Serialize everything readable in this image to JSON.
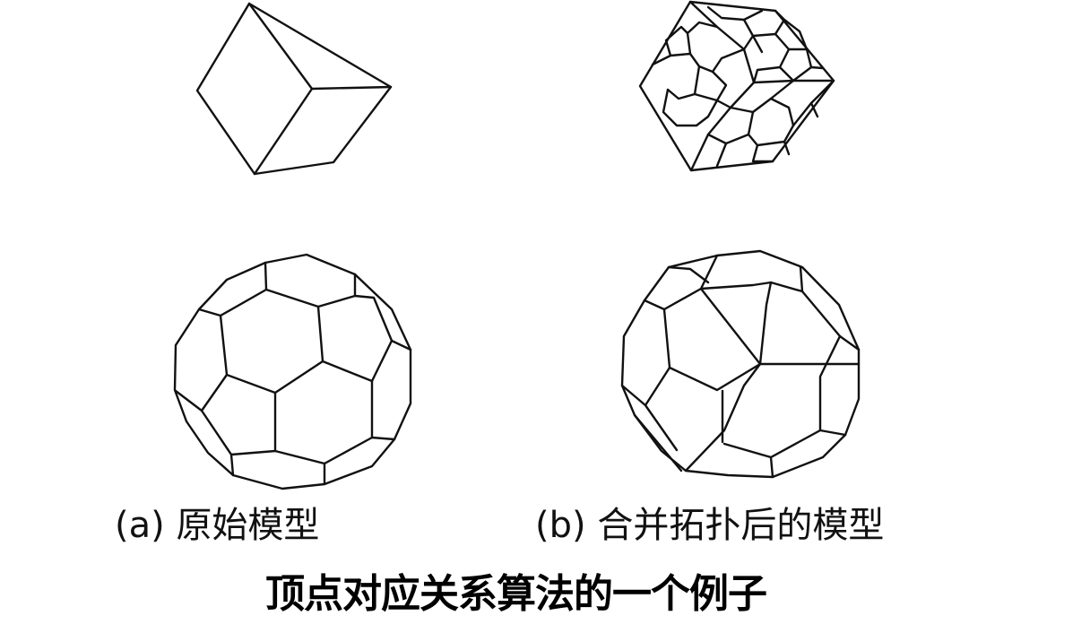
{
  "captions": {
    "a": "(a) 原始模型",
    "b": "(b)  合并拓扑后的模型"
  },
  "title": "顶点对应关系算法的一个例子"
}
